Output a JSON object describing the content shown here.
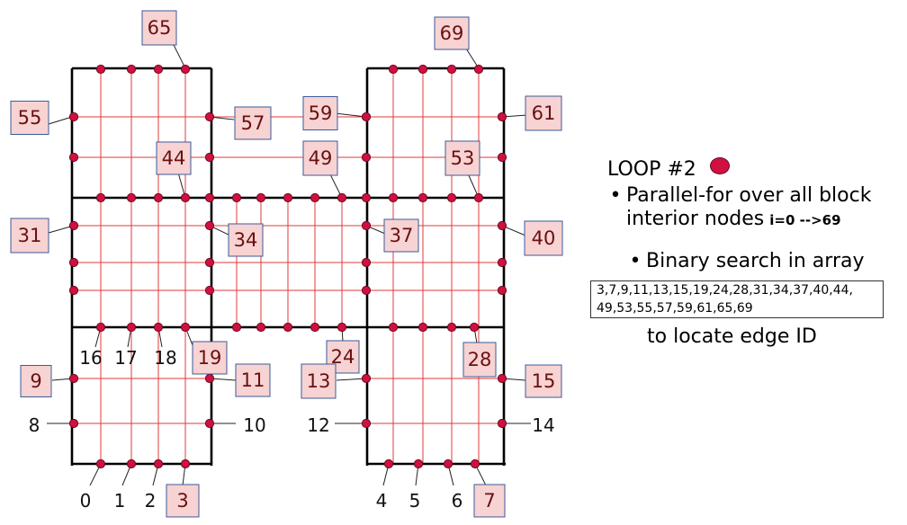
{
  "colors": {
    "node_fill": "#d01040",
    "node_stroke": "#6a0a20",
    "grid_line": "#e03a3a",
    "block_border": "#000000",
    "label_box_fill": "#f7d3d3",
    "label_box_stroke": "#3b5b9a"
  },
  "boxed_labels": [
    "65",
    "69",
    "55",
    "57",
    "59",
    "61",
    "44",
    "49",
    "53",
    "31",
    "34",
    "37",
    "40",
    "19",
    "24",
    "28",
    "9",
    "11",
    "13",
    "15",
    "3",
    "7"
  ],
  "plain_labels": [
    "16",
    "17",
    "18",
    "8",
    "10",
    "12",
    "14",
    "0",
    "1",
    "2",
    "4",
    "5",
    "6"
  ],
  "panel": {
    "loop_title": "LOOP #2",
    "bullet_marker": "•",
    "bullet1_line1": "Parallel-for over all block",
    "bullet1_line2": "interior nodes",
    "range": "i=0 -->69",
    "bullet2": "Binary search in array",
    "array_line1": "3,7,9,11,13,15,19,24,28,31,34,37,40,44,",
    "array_line2": "49,53,55,57,59,61,65,69",
    "locate": "to locate edge ID"
  }
}
